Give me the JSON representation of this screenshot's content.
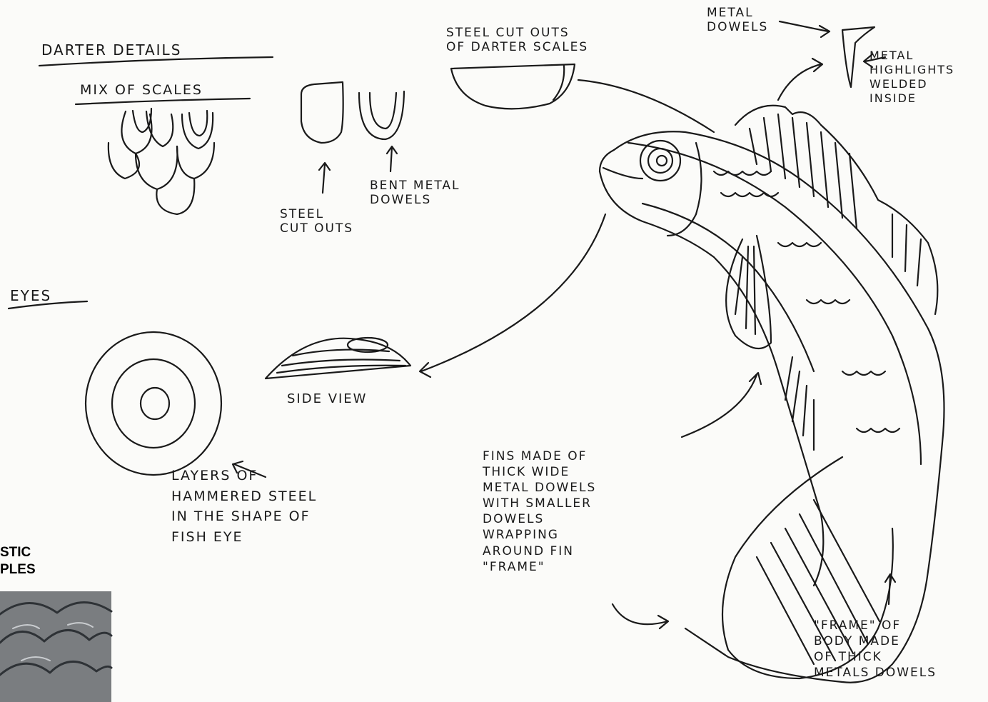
{
  "sections": {
    "darter_details": "DARTER DETAILS",
    "mix_of_scales": "MIX OF SCALES",
    "eyes": "EYES"
  },
  "labels": {
    "steel_cutouts_scales": "STEEL CUT OUTS\nOF DARTER SCALES",
    "steel_cutouts": "STEEL\nCUT OUTS",
    "bent_metal_dowels": "BENT METAL\nDOWELS",
    "metal_dowels": "METAL\nDOWELS",
    "metal_highlights": "METAL\nHIGHLIGHTS\nWELDED\nINSIDE",
    "side_view": "SIDE VIEW",
    "layers_hammered": "LAYERS OF\nHAMMERED STEEL\nIN THE SHAPE OF\nFISH EYE",
    "fins_made": "FINS MADE OF\nTHICK WIDE\nMETAL DOWELS\nWITH SMALLER\nDOWELS\nWRAPPING\nAROUND FIN\n\"FRAME\"",
    "frame_of_body": "\"FRAME\" OF\nBODY MADE\nOF THICK\nMETALS DOWELS"
  },
  "artistic_samples": "STIC\nPLES",
  "colors": {
    "ink": "#1a1a1a",
    "paper": "#fbfbf9"
  }
}
